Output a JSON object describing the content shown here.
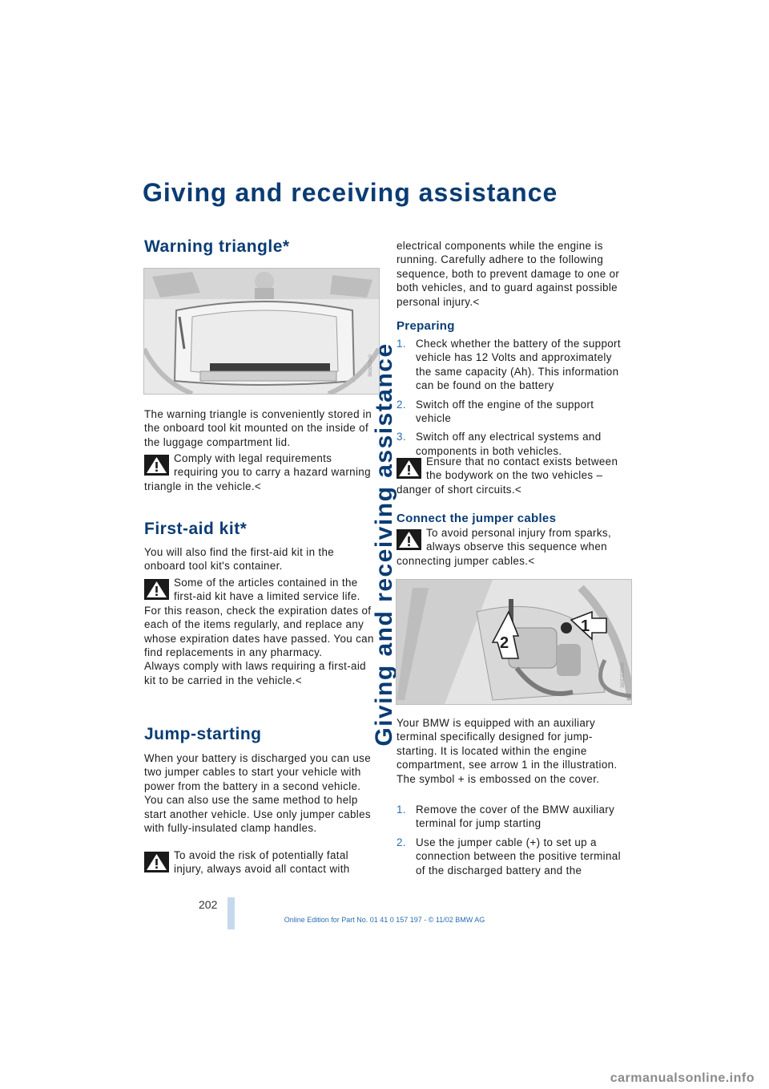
{
  "side_title": "Giving and receiving assistance",
  "page_title": "Giving and receiving assistance",
  "page_number": "202",
  "footer": "Online Edition for Part No. 01 41 0 157 197 - © 11/02 BMW AG",
  "watermark": "carmanualsonline.info",
  "warning_triangle": {
    "heading": "Warning triangle*",
    "photo_id": "360dv3m0",
    "body": "The warning triangle is conveniently stored in the onboard tool kit mounted on the inside of the luggage compartment lid.",
    "warning": "Comply with legal requirements requiring you to carry a hazard warning triangle in the vehicle.<"
  },
  "first_aid": {
    "heading": "First-aid kit*",
    "body": "You will also find the first-aid kit in the onboard tool kit's container.",
    "warning": "Some of the articles contained in the first-aid kit have a limited service life. For this reason, check the expiration dates of each of the items regularly, and replace any whose expiration dates have passed. You can find replacements in any pharmacy.",
    "warning_extra": "Always comply with laws requiring a first-aid kit to be carried in the vehicle.<"
  },
  "jump_starting": {
    "heading": "Jump-starting",
    "body": "When your battery is discharged you can use two jumper cables to start your vehicle with power from the battery in a second vehicle. You can also use the same method to help start another vehicle. Use only jumper cables with fully-insulated clamp handles.",
    "warning_start": "To avoid the risk of potentially fatal injury, always avoid all contact with",
    "warning_cont": "electrical components while the engine is running. Carefully adhere to the following sequence, both to prevent damage to one or both vehicles, and to guard against possible personal injury.<"
  },
  "preparing": {
    "heading": "Preparing",
    "steps": [
      {
        "num": "1.",
        "text": "Check whether the battery of the support vehicle has 12 Volts and approximately the same capacity (Ah). This information can be found on the battery"
      },
      {
        "num": "2.",
        "text": "Switch off the engine of the support vehicle"
      },
      {
        "num": "3.",
        "text": "Switch off any electrical systems and components in both vehicles."
      }
    ],
    "warning": "Ensure that no contact exists between the bodywork on the two vehicles – danger of short circuits.<"
  },
  "connect": {
    "heading": "Connect the jumper cables",
    "warning": "To avoid personal injury from sparks, always observe this sequence when connecting jumper cables.<",
    "photo_id": "360DE0040",
    "arrow_labels": [
      "2",
      "1"
    ],
    "body": "Your BMW is equipped with an auxiliary terminal specifically designed for jump-starting. It is located within the engine compartment, see arrow 1 in the illustration. The symbol + is embossed on the cover.",
    "steps": [
      {
        "num": "1.",
        "text": "Remove the cover of the BMW auxiliary terminal for jump starting"
      },
      {
        "num": "2.",
        "text": "Use the jumper cable (+) to set up a connection between the positive terminal of the discharged battery and the"
      }
    ]
  }
}
